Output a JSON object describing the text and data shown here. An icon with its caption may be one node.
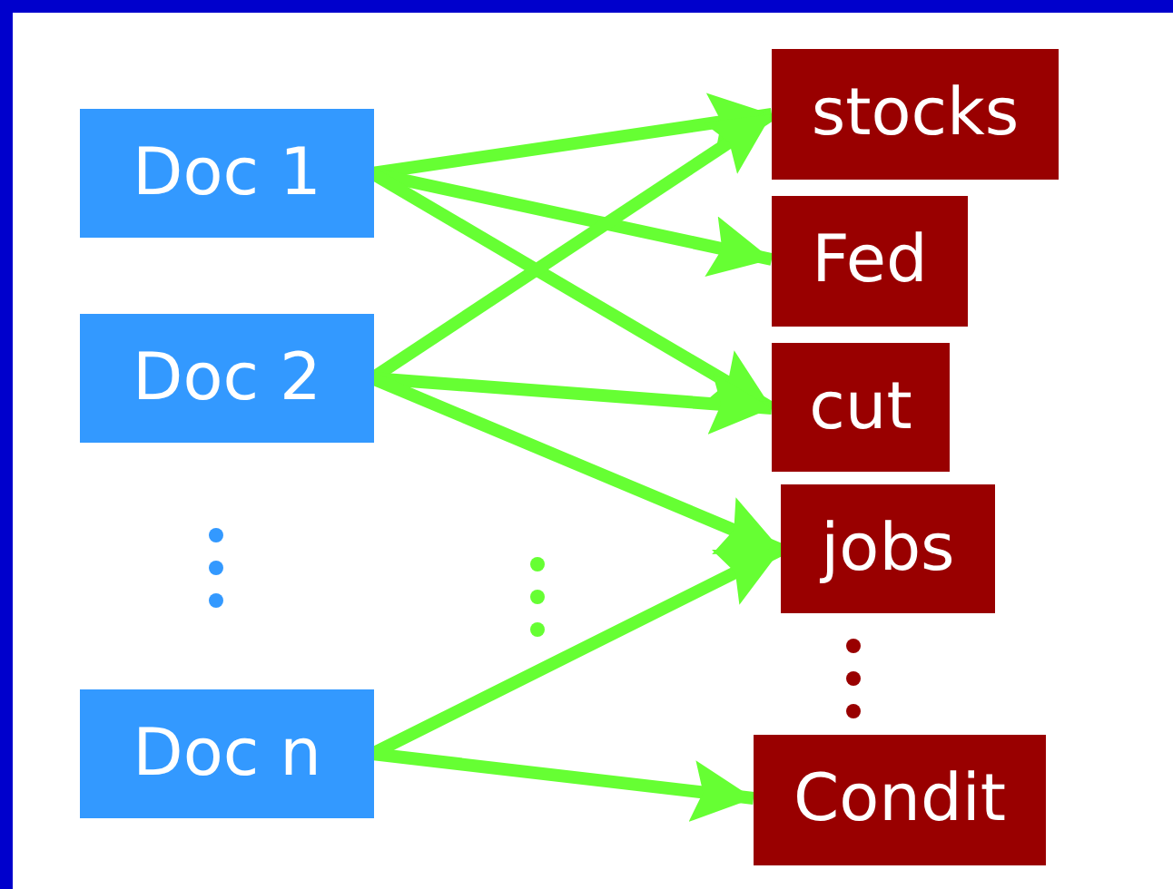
{
  "diagram": {
    "nodes": [
      {
        "text": [
          "Doc 1"
        ]
      },
      {
        "text": [
          "Doc 2"
        ]
      },
      {
        "text": [
          "Doc n"
        ]
      },
      {
        "text": [
          "stocks"
        ]
      },
      {
        "text": [
          "Fed"
        ]
      },
      {
        "text": [
          "cut"
        ]
      },
      {
        "text": [
          "jobs"
        ]
      },
      {
        "text": [
          "Condit"
        ]
      }
    ],
    "edges": [
      {
        "from": 0,
        "to": 3,
        "arrow": "to"
      },
      {
        "from": 0,
        "to": 4,
        "arrow": "to"
      },
      {
        "from": 0,
        "to": 5,
        "arrow": "to"
      },
      {
        "from": 1,
        "to": 3,
        "arrow": "to"
      },
      {
        "from": 1,
        "to": 5,
        "arrow": "to"
      },
      {
        "from": 1,
        "to": 6,
        "arrow": "to"
      },
      {
        "from": 2,
        "to": 6,
        "arrow": "to"
      },
      {
        "from": 2,
        "to": 7,
        "arrow": "to"
      }
    ]
  }
}
